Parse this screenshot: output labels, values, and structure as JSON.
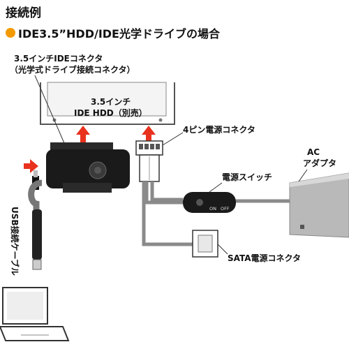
{
  "heading": "接続例",
  "subheading": "IDE3.5”HDD/IDE光学ドライブの場合",
  "labels": {
    "ide_connector_line1": "3.5インチIDEコネクタ",
    "ide_connector_line2": "（光学式ドライブ接続コネクタ）",
    "hdd_line1": "3.5インチ",
    "hdd_line2": "IDE HDD（別売）",
    "pin4_connector": "4ピン電源コネクタ",
    "ac_line1": "AC",
    "ac_line2": "アダプタ",
    "power_switch": "電源スイッチ",
    "sata_power": "SATA電源コネクタ",
    "usb_cable": "USB接続ケーブル",
    "switch_on": "ON",
    "switch_off": "OFF"
  },
  "colors": {
    "accent_orange": "#f39a00",
    "arrow_red": "#e8321e",
    "cable_gray": "#8a8a8a",
    "device_black": "#1a1a1a",
    "adapter_gray": "#b9b9b9"
  }
}
